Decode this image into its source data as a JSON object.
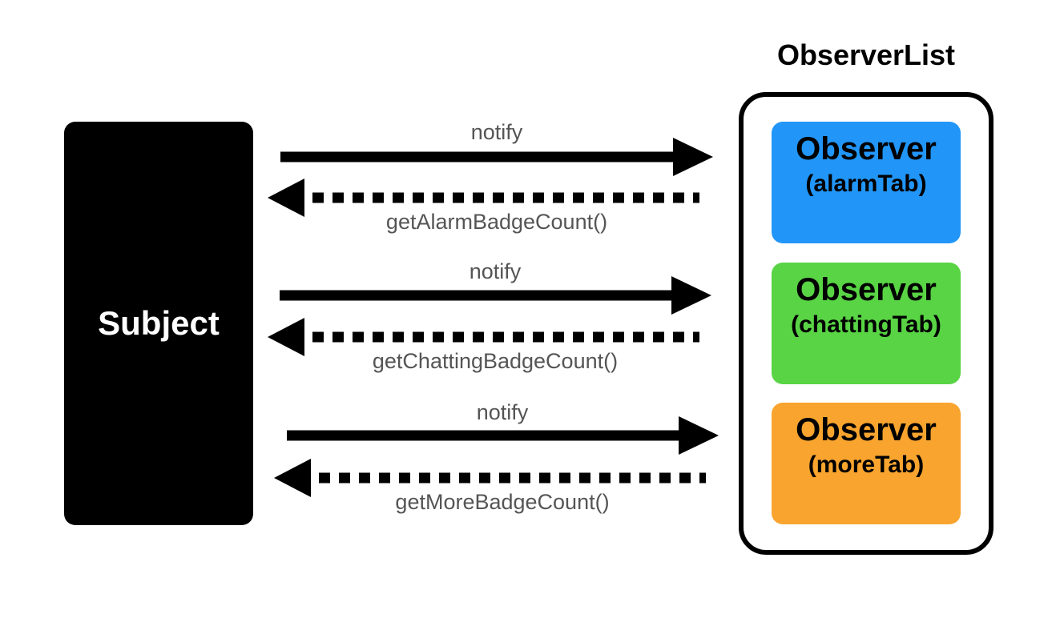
{
  "subject": {
    "label": "Subject"
  },
  "observer_list": {
    "title": "ObserverList",
    "observers": [
      {
        "title": "Observer",
        "subtitle": "(alarmTab)",
        "color": "#2196F8"
      },
      {
        "title": "Observer",
        "subtitle": "(chattingTab)",
        "color": "#58D444"
      },
      {
        "title": "Observer",
        "subtitle": "(moreTab)",
        "color": "#F8A42E"
      }
    ]
  },
  "messages": [
    {
      "notify_label": "notify",
      "callback_label": "getAlarmBadgeCount()"
    },
    {
      "notify_label": "notify",
      "callback_label": "getChattingBadgeCount()"
    },
    {
      "notify_label": "notify",
      "callback_label": "getMoreBadgeCount()"
    }
  ]
}
